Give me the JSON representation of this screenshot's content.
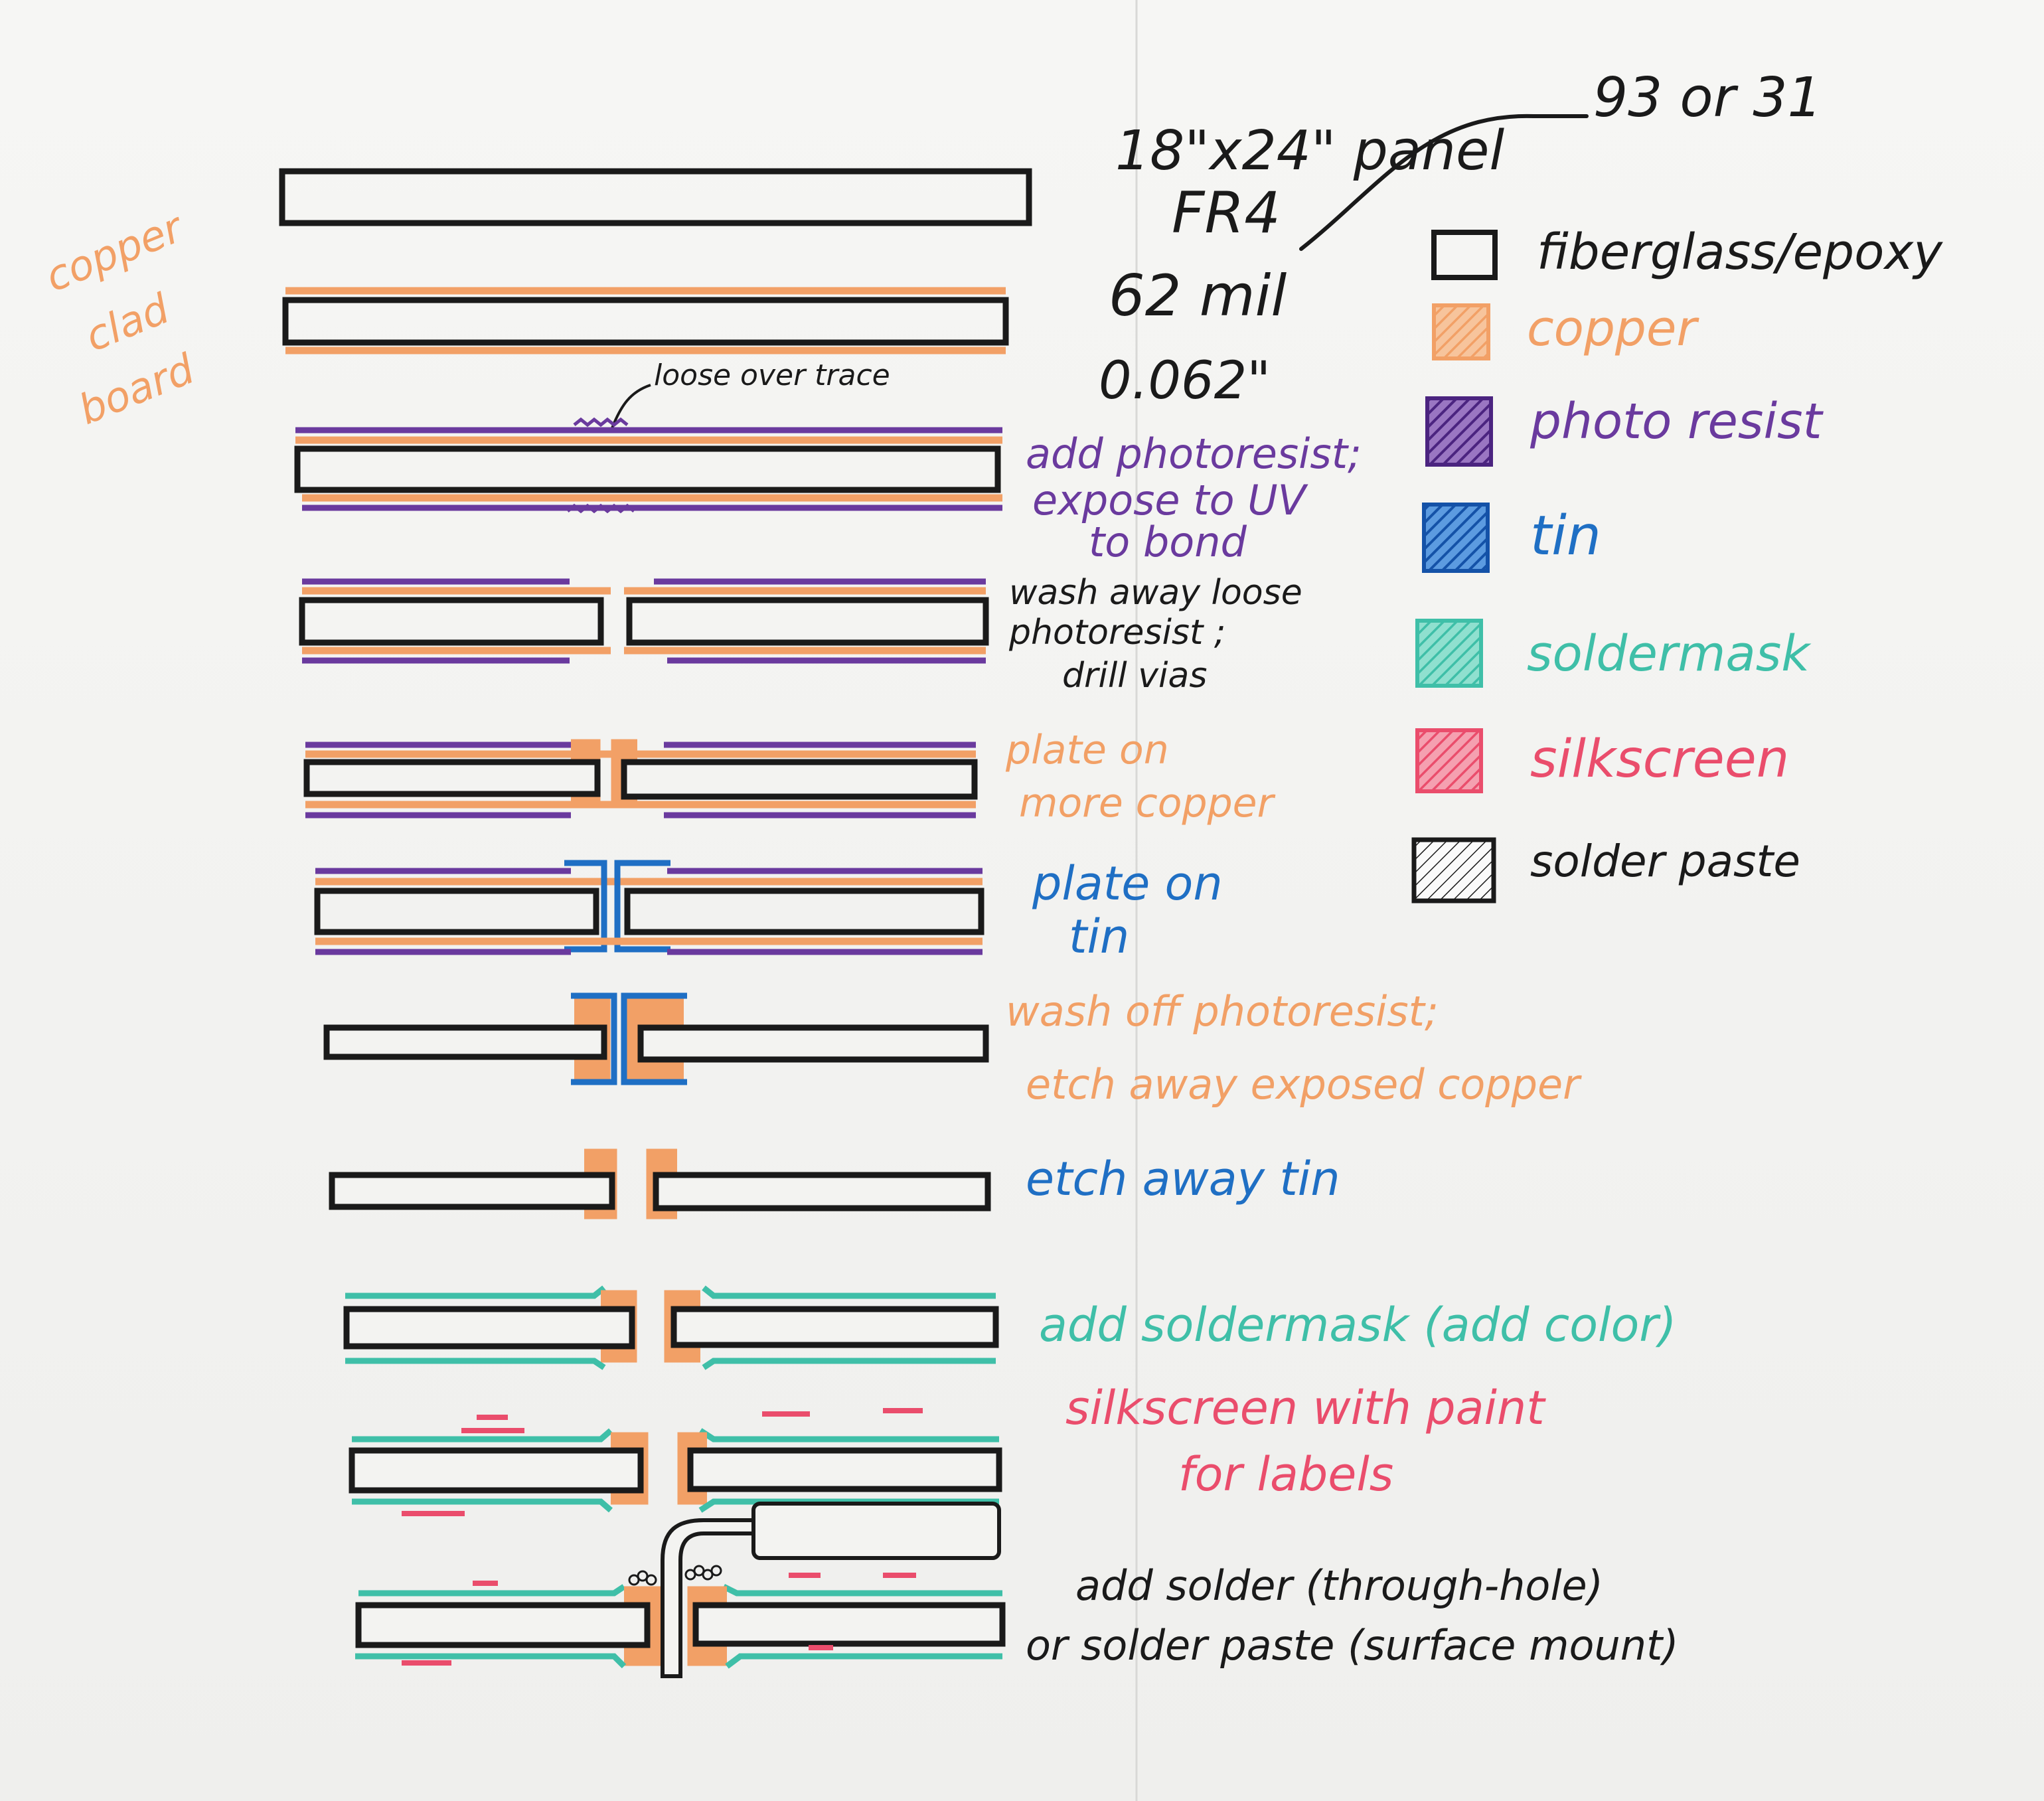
{
  "colors": {
    "fiberglass": "#1a1a1a",
    "copper": "#f2a066",
    "photoresist": "#6a3a9e",
    "tin": "#1f6fc4",
    "soldermask": "#3fbfa8",
    "silkscreen": "#ea4d6c",
    "solder_paste": "#1a1a1a"
  },
  "header": {
    "panel": "18\"x24\" panel",
    "material": "FR4",
    "thickness_mil": "62 mil",
    "thickness_in": "0.062\"",
    "alt_thickness": "93 or 31"
  },
  "side_note": [
    "copper",
    "clad",
    "board"
  ],
  "annotation": "loose over trace",
  "legend": [
    {
      "key": "fiberglass",
      "label": "fiberglass/epoxy",
      "icon": "outline-box-icon"
    },
    {
      "key": "copper",
      "label": "copper",
      "icon": "hatched-box-icon"
    },
    {
      "key": "photoresist",
      "label": "photo resist",
      "icon": "hatched-box-icon"
    },
    {
      "key": "tin",
      "label": "tin",
      "icon": "hatched-box-icon"
    },
    {
      "key": "soldermask",
      "label": "soldermask",
      "icon": "hatched-box-icon"
    },
    {
      "key": "silkscreen",
      "label": "silkscreen",
      "icon": "hatched-box-icon"
    },
    {
      "key": "solder_paste",
      "label": "solder paste",
      "icon": "hatched-box-icon"
    }
  ],
  "steps": [
    {
      "id": "panel",
      "lines": []
    },
    {
      "id": "clad",
      "lines": []
    },
    {
      "id": "photoresist",
      "color": "photoresist",
      "lines": [
        "add photoresist;",
        "expose to UV",
        "to bond"
      ]
    },
    {
      "id": "wash",
      "color": "fiberglass",
      "lines": [
        "wash away loose",
        "photoresist ;",
        "drill vias"
      ]
    },
    {
      "id": "plate-copper",
      "color": "copper",
      "lines": [
        "plate on",
        "more copper"
      ]
    },
    {
      "id": "plate-tin",
      "color": "tin",
      "lines": [
        "plate on",
        "tin"
      ]
    },
    {
      "id": "etch-copper",
      "color": "copper",
      "lines": [
        "wash off photoresist;",
        "etch away exposed copper"
      ]
    },
    {
      "id": "etch-tin",
      "color": "tin",
      "lines": [
        "etch away tin"
      ]
    },
    {
      "id": "soldermask",
      "color": "soldermask",
      "lines": [
        "add soldermask (add color)"
      ]
    },
    {
      "id": "silkscreen",
      "color": "silkscreen",
      "lines": [
        "silkscreen with paint",
        "for labels"
      ]
    },
    {
      "id": "solder",
      "color": "fiberglass",
      "lines": [
        "add solder (through-hole)",
        "or solder paste (surface mount)"
      ]
    }
  ]
}
